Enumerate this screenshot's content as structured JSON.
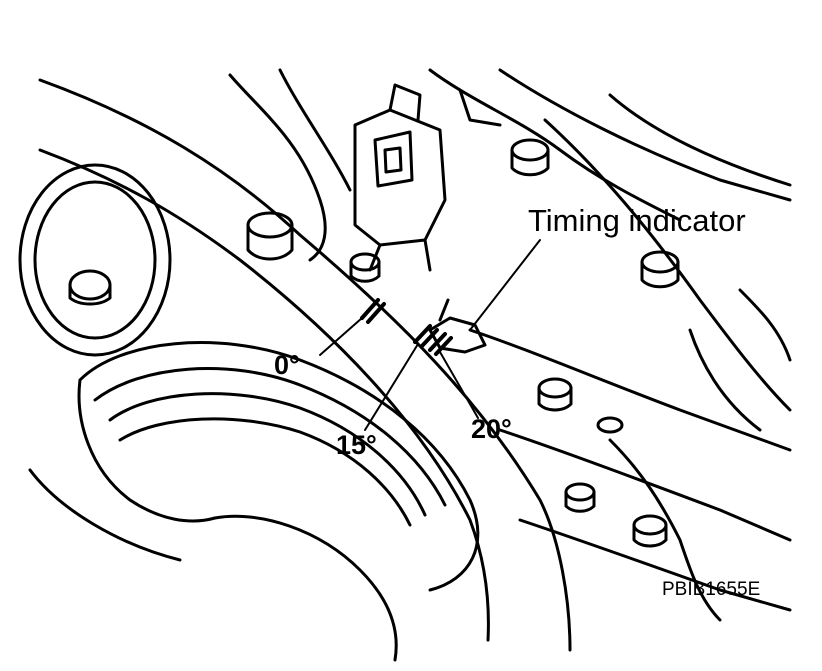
{
  "diagram": {
    "callout_label": "Timing indicator",
    "marks": {
      "zero": "0°",
      "fifteen": "15°",
      "twenty": "20°"
    },
    "figure_code": "PBIB1655E"
  }
}
